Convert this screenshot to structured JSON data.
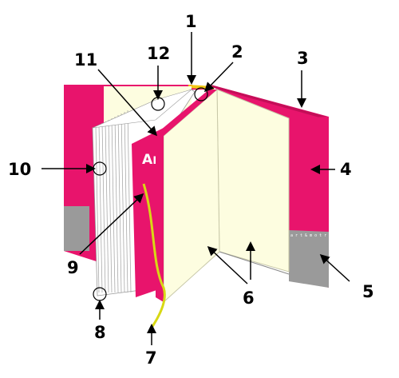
{
  "colors": {
    "cover": "#e8146c",
    "cover_edge": "#c40e58",
    "page": "#fdfde0",
    "page_edge": "#c8c8a8",
    "flap_gray": "#9a9a9a",
    "ribbon": "#d8d814",
    "spine_band": "#f0c814"
  },
  "spine_text": "Ar",
  "flap_tiny_text": "a r t & m o t r",
  "callouts": [
    {
      "label": "1"
    },
    {
      "label": "2"
    },
    {
      "label": "3"
    },
    {
      "label": "4"
    },
    {
      "label": "5"
    },
    {
      "label": "6"
    },
    {
      "label": "7"
    },
    {
      "label": "8"
    },
    {
      "label": "9"
    },
    {
      "label": "10"
    },
    {
      "label": "11"
    },
    {
      "label": "12"
    }
  ]
}
